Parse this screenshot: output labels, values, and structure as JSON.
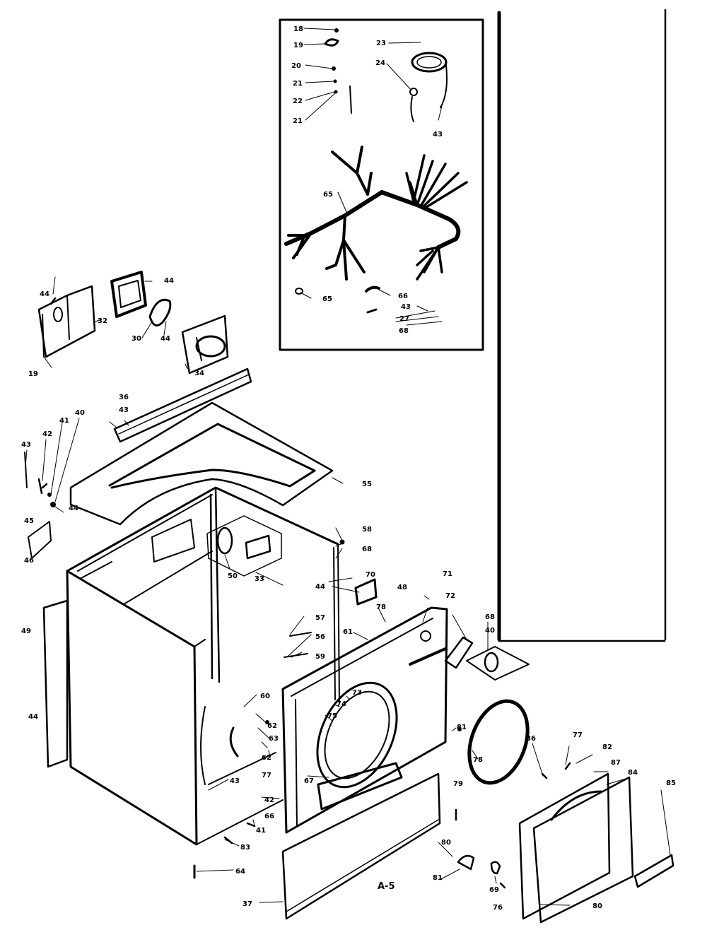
{
  "diagram": {
    "caption_code": "A-5",
    "labels": {
      "l18": "18",
      "l19": "19",
      "l20": "20",
      "l21": "21",
      "l22": "22",
      "l21b": "21",
      "l23": "23",
      "l24": "24",
      "l43a": "43",
      "l65": "65",
      "l65b": "65",
      "l66": "66",
      "l43b": "43",
      "l27": "27",
      "l68": "68",
      "l44a": "44",
      "l44b": "44",
      "l32": "32",
      "l30": "30",
      "l44c": "44",
      "l19b": "19",
      "l34": "34",
      "l36": "36",
      "l43c": "43",
      "l43d": "43",
      "l42": "42",
      "l41": "41",
      "l40": "40",
      "l44d": "44",
      "l45": "45",
      "l46": "46",
      "l55": "55",
      "l50": "50",
      "l33": "33",
      "l58": "58",
      "l68b": "68",
      "l70": "70",
      "l44e": "44",
      "l48": "48",
      "l71": "71",
      "l72": "72",
      "l49": "49",
      "l44f": "44",
      "l57": "57",
      "l56": "56",
      "l59": "59",
      "l78": "78",
      "l61": "61",
      "l40b": "40",
      "l68c": "68",
      "l60": "60",
      "l62": "62",
      "l63": "63",
      "l73": "73",
      "l74": "74",
      "l75": "75",
      "l77b": "77",
      "l67": "67",
      "l62b": "62",
      "l81": "81",
      "l66b": "66",
      "l43e": "43",
      "l42b": "42",
      "l41b": "41",
      "l83": "83",
      "l64": "64",
      "l86": "86",
      "l77": "77",
      "l82": "82",
      "l87": "87",
      "l84": "84",
      "l85": "85",
      "l78b": "78",
      "l79": "79",
      "l80": "80",
      "l81b": "81",
      "l69": "69",
      "l76": "76",
      "l80b": "80",
      "l37": "37"
    }
  }
}
